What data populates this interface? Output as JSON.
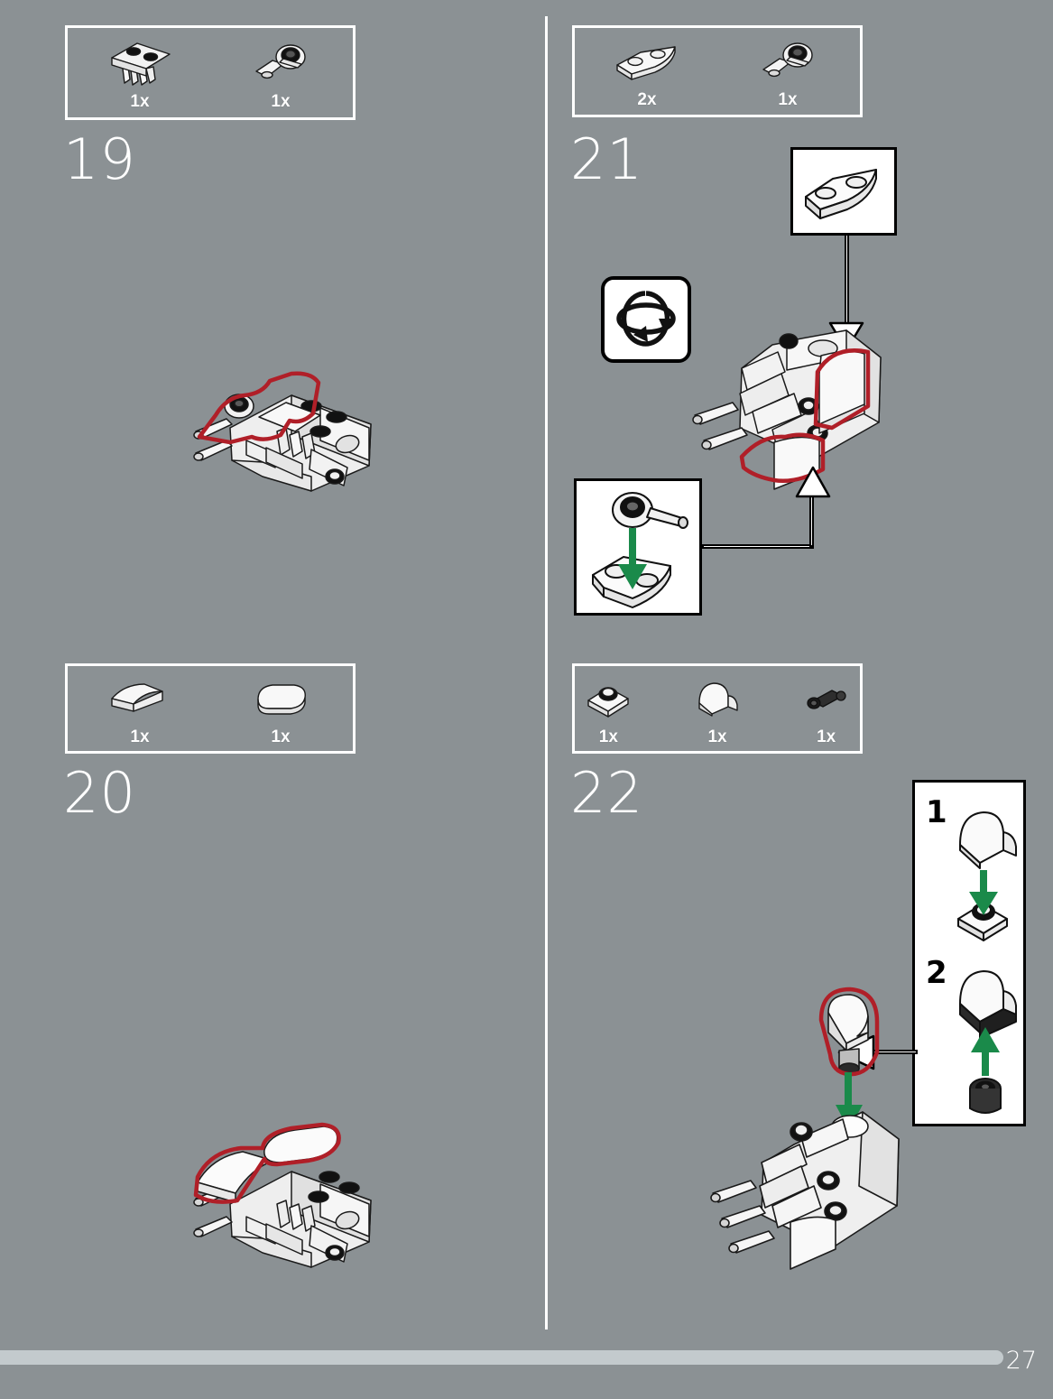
{
  "page": {
    "number": "27",
    "background_color": "#8b9194",
    "accent_highlight_color": "#b01f28",
    "arrow_color": "#1a8a4a",
    "brick_color": "#ffffff"
  },
  "steps": [
    {
      "id": "step-19",
      "number": "19",
      "parts": [
        {
          "name": "plate-modified-claw",
          "qty": "1x"
        },
        {
          "name": "ball-joint-pin",
          "qty": "1x"
        }
      ],
      "assembly_caption": "millennium-falcon-cockpit-subassembly"
    },
    {
      "id": "step-20",
      "number": "20",
      "parts": [
        {
          "name": "slope-curved-wedge",
          "qty": "1x"
        },
        {
          "name": "tile-rounded-oval",
          "qty": "1x"
        }
      ],
      "assembly_caption": "millennium-falcon-cockpit-subassembly"
    },
    {
      "id": "step-21",
      "number": "21",
      "parts": [
        {
          "name": "plate-curved-slope-1x3",
          "qty": "2x"
        },
        {
          "name": "ball-joint-pin",
          "qty": "1x"
        }
      ],
      "rotate_hint": "rotate-model-icon",
      "callouts": [
        {
          "name": "curved-slope-part-callout"
        },
        {
          "name": "ball-joint-on-slope-callout"
        }
      ],
      "assembly_caption": "millennium-falcon-cockpit-subassembly"
    },
    {
      "id": "step-22",
      "number": "22",
      "parts": [
        {
          "name": "plate-1x1-with-stud",
          "qty": "1x"
        },
        {
          "name": "brick-curved-half-arch",
          "qty": "1x"
        },
        {
          "name": "technic-pin-black",
          "qty": "1x"
        }
      ],
      "substeps": [
        {
          "label": "1",
          "name": "attach-curved-brick-to-plate"
        },
        {
          "label": "2",
          "name": "insert-black-pin-into-brick"
        }
      ],
      "assembly_caption": "millennium-falcon-cockpit-subassembly"
    }
  ]
}
